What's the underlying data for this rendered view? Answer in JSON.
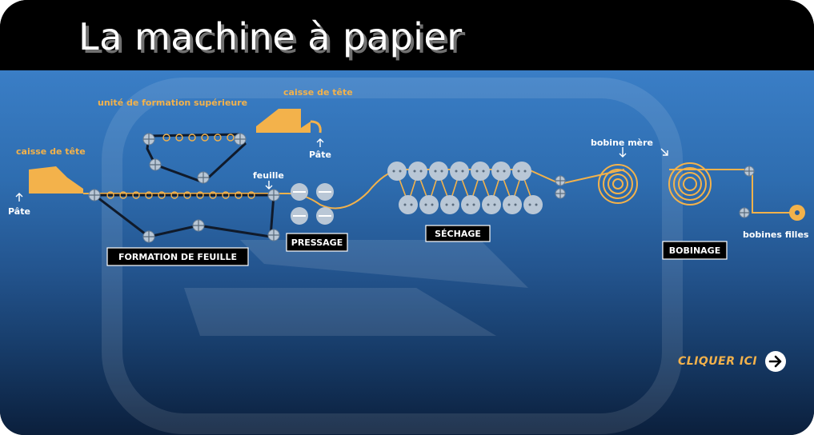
{
  "title": "La machine à papier",
  "colors": {
    "accent": "#f3b24b",
    "belt": "#101a2a",
    "roll": "#b9c7d6",
    "box": "#000000",
    "text": "#ffffff"
  },
  "labels": {
    "caisse_tete_left": "caisse de tête",
    "pate_left": "Pâte",
    "unite_formation": "unité de formation supérieure",
    "caisse_tete_top": "caisse de tête",
    "pate_top": "Pâte",
    "feuille": "feuille",
    "bobine_mere": "bobine mère",
    "bobines_filles": "bobines filles"
  },
  "sections": {
    "formation": "FORMATION DE FEUILLE",
    "pressage": "PRESSAGE",
    "sechage": "SÉCHAGE",
    "bobinage": "BOBINAGE"
  },
  "cta": {
    "label": "CLIQUER ICI",
    "icon": "arrow-right-circle-icon"
  }
}
